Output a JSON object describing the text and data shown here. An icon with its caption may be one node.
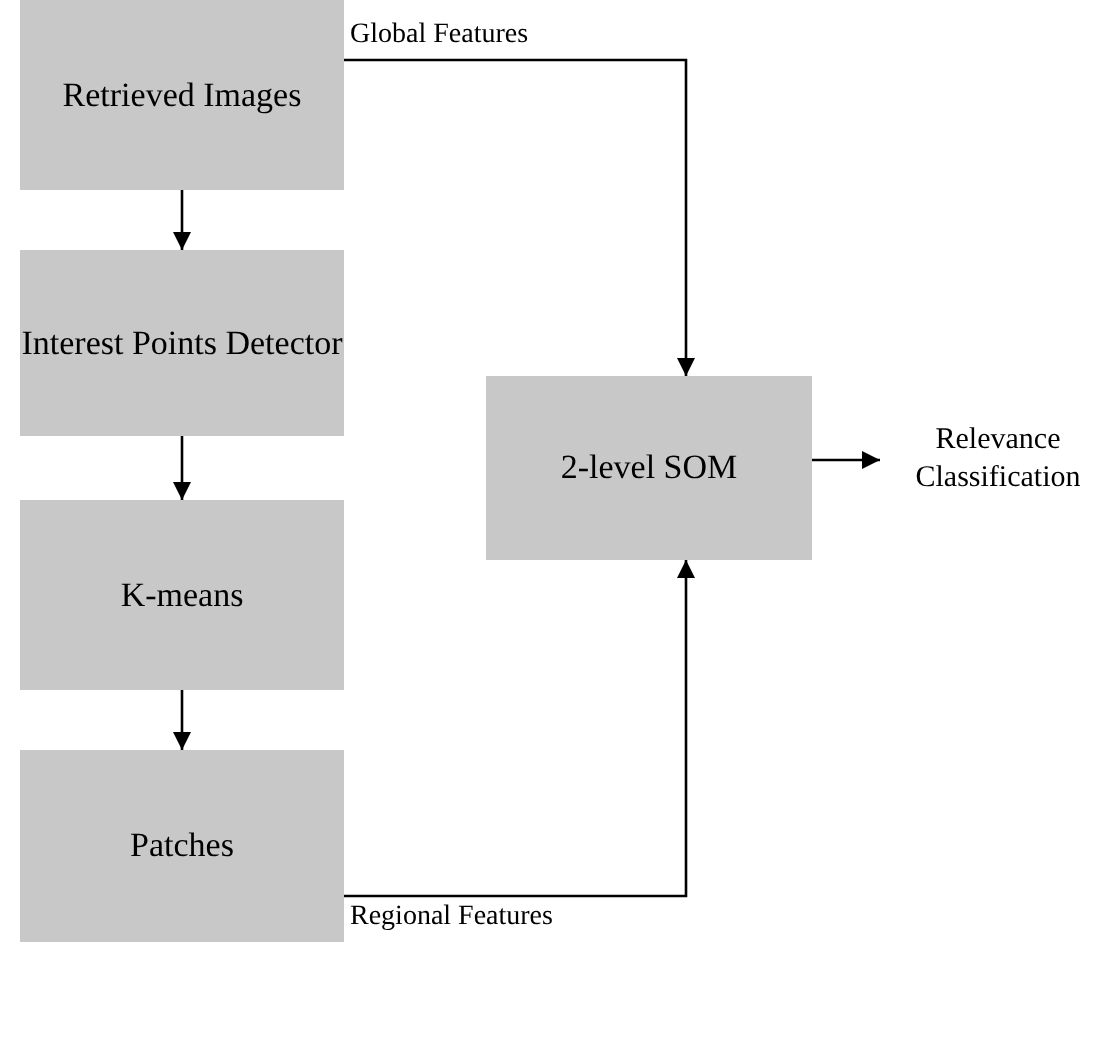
{
  "diagram": {
    "nodes": [
      {
        "text": [
          "Retrieved Images"
        ]
      },
      {
        "text": [
          "Interest Points Detector"
        ]
      },
      {
        "text": [
          "K-means"
        ]
      },
      {
        "text": [
          "Patches"
        ]
      },
      {
        "text": [
          "2-level SOM"
        ]
      },
      {
        "text": [
          "Relevance Classification"
        ]
      }
    ],
    "edges": [
      {
        "from": 0,
        "to": 1,
        "arrow": "to"
      },
      {
        "from": 1,
        "to": 2,
        "arrow": "to"
      },
      {
        "from": 2,
        "to": 3,
        "arrow": "to"
      },
      {
        "from": 0,
        "to": 4,
        "arrow": "to",
        "label": "Global Features"
      },
      {
        "from": 3,
        "to": 4,
        "arrow": "to",
        "label": "Regional Features"
      },
      {
        "from": 4,
        "to": 5,
        "arrow": "to"
      }
    ]
  }
}
